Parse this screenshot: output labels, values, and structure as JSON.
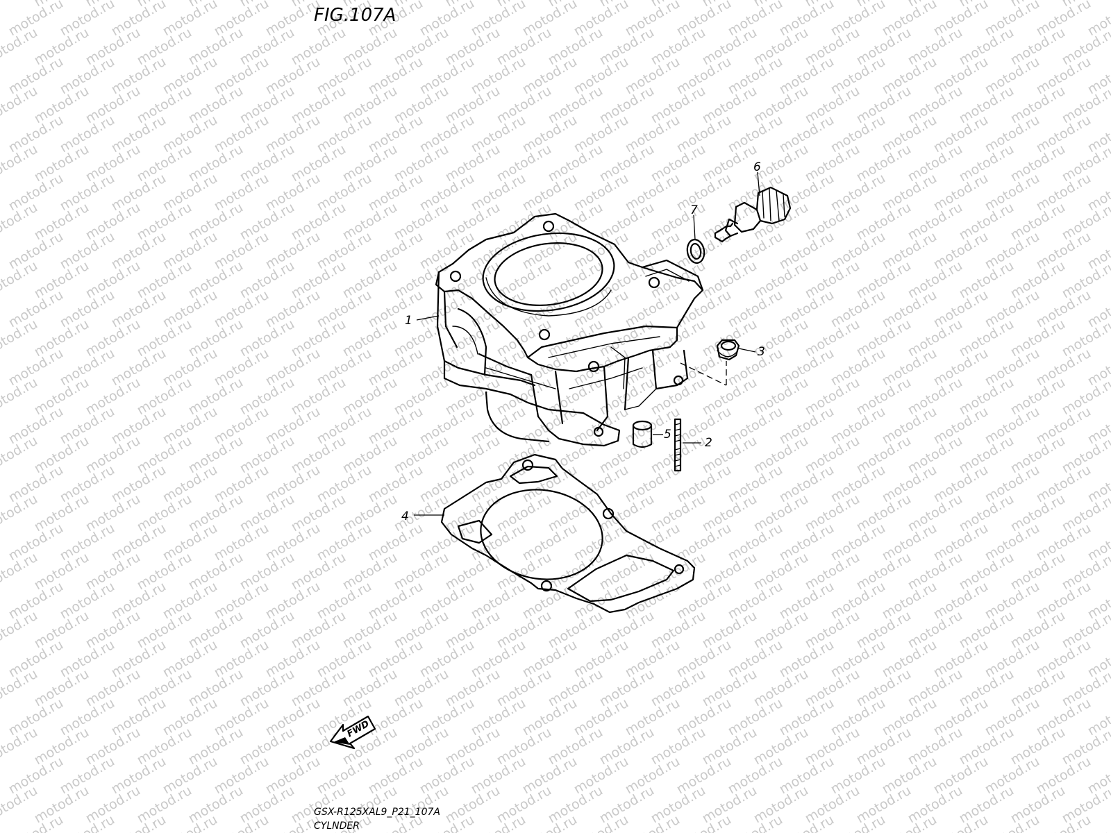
{
  "figure": {
    "title": "FIG.107A"
  },
  "watermark": {
    "text": "motod.ru",
    "color": "#c9c9c9"
  },
  "callouts": [
    {
      "id": "1",
      "label": "1"
    },
    {
      "id": "2",
      "label": "2"
    },
    {
      "id": "3",
      "label": "3"
    },
    {
      "id": "4",
      "label": "4"
    },
    {
      "id": "5",
      "label": "5"
    },
    {
      "id": "6",
      "label": "6"
    },
    {
      "id": "7",
      "label": "7"
    }
  ],
  "fwd_arrow": {
    "label": "FWD"
  },
  "footer": {
    "code": "GSX-R125XAL9_P21_107A",
    "name": "CYLNDER"
  }
}
